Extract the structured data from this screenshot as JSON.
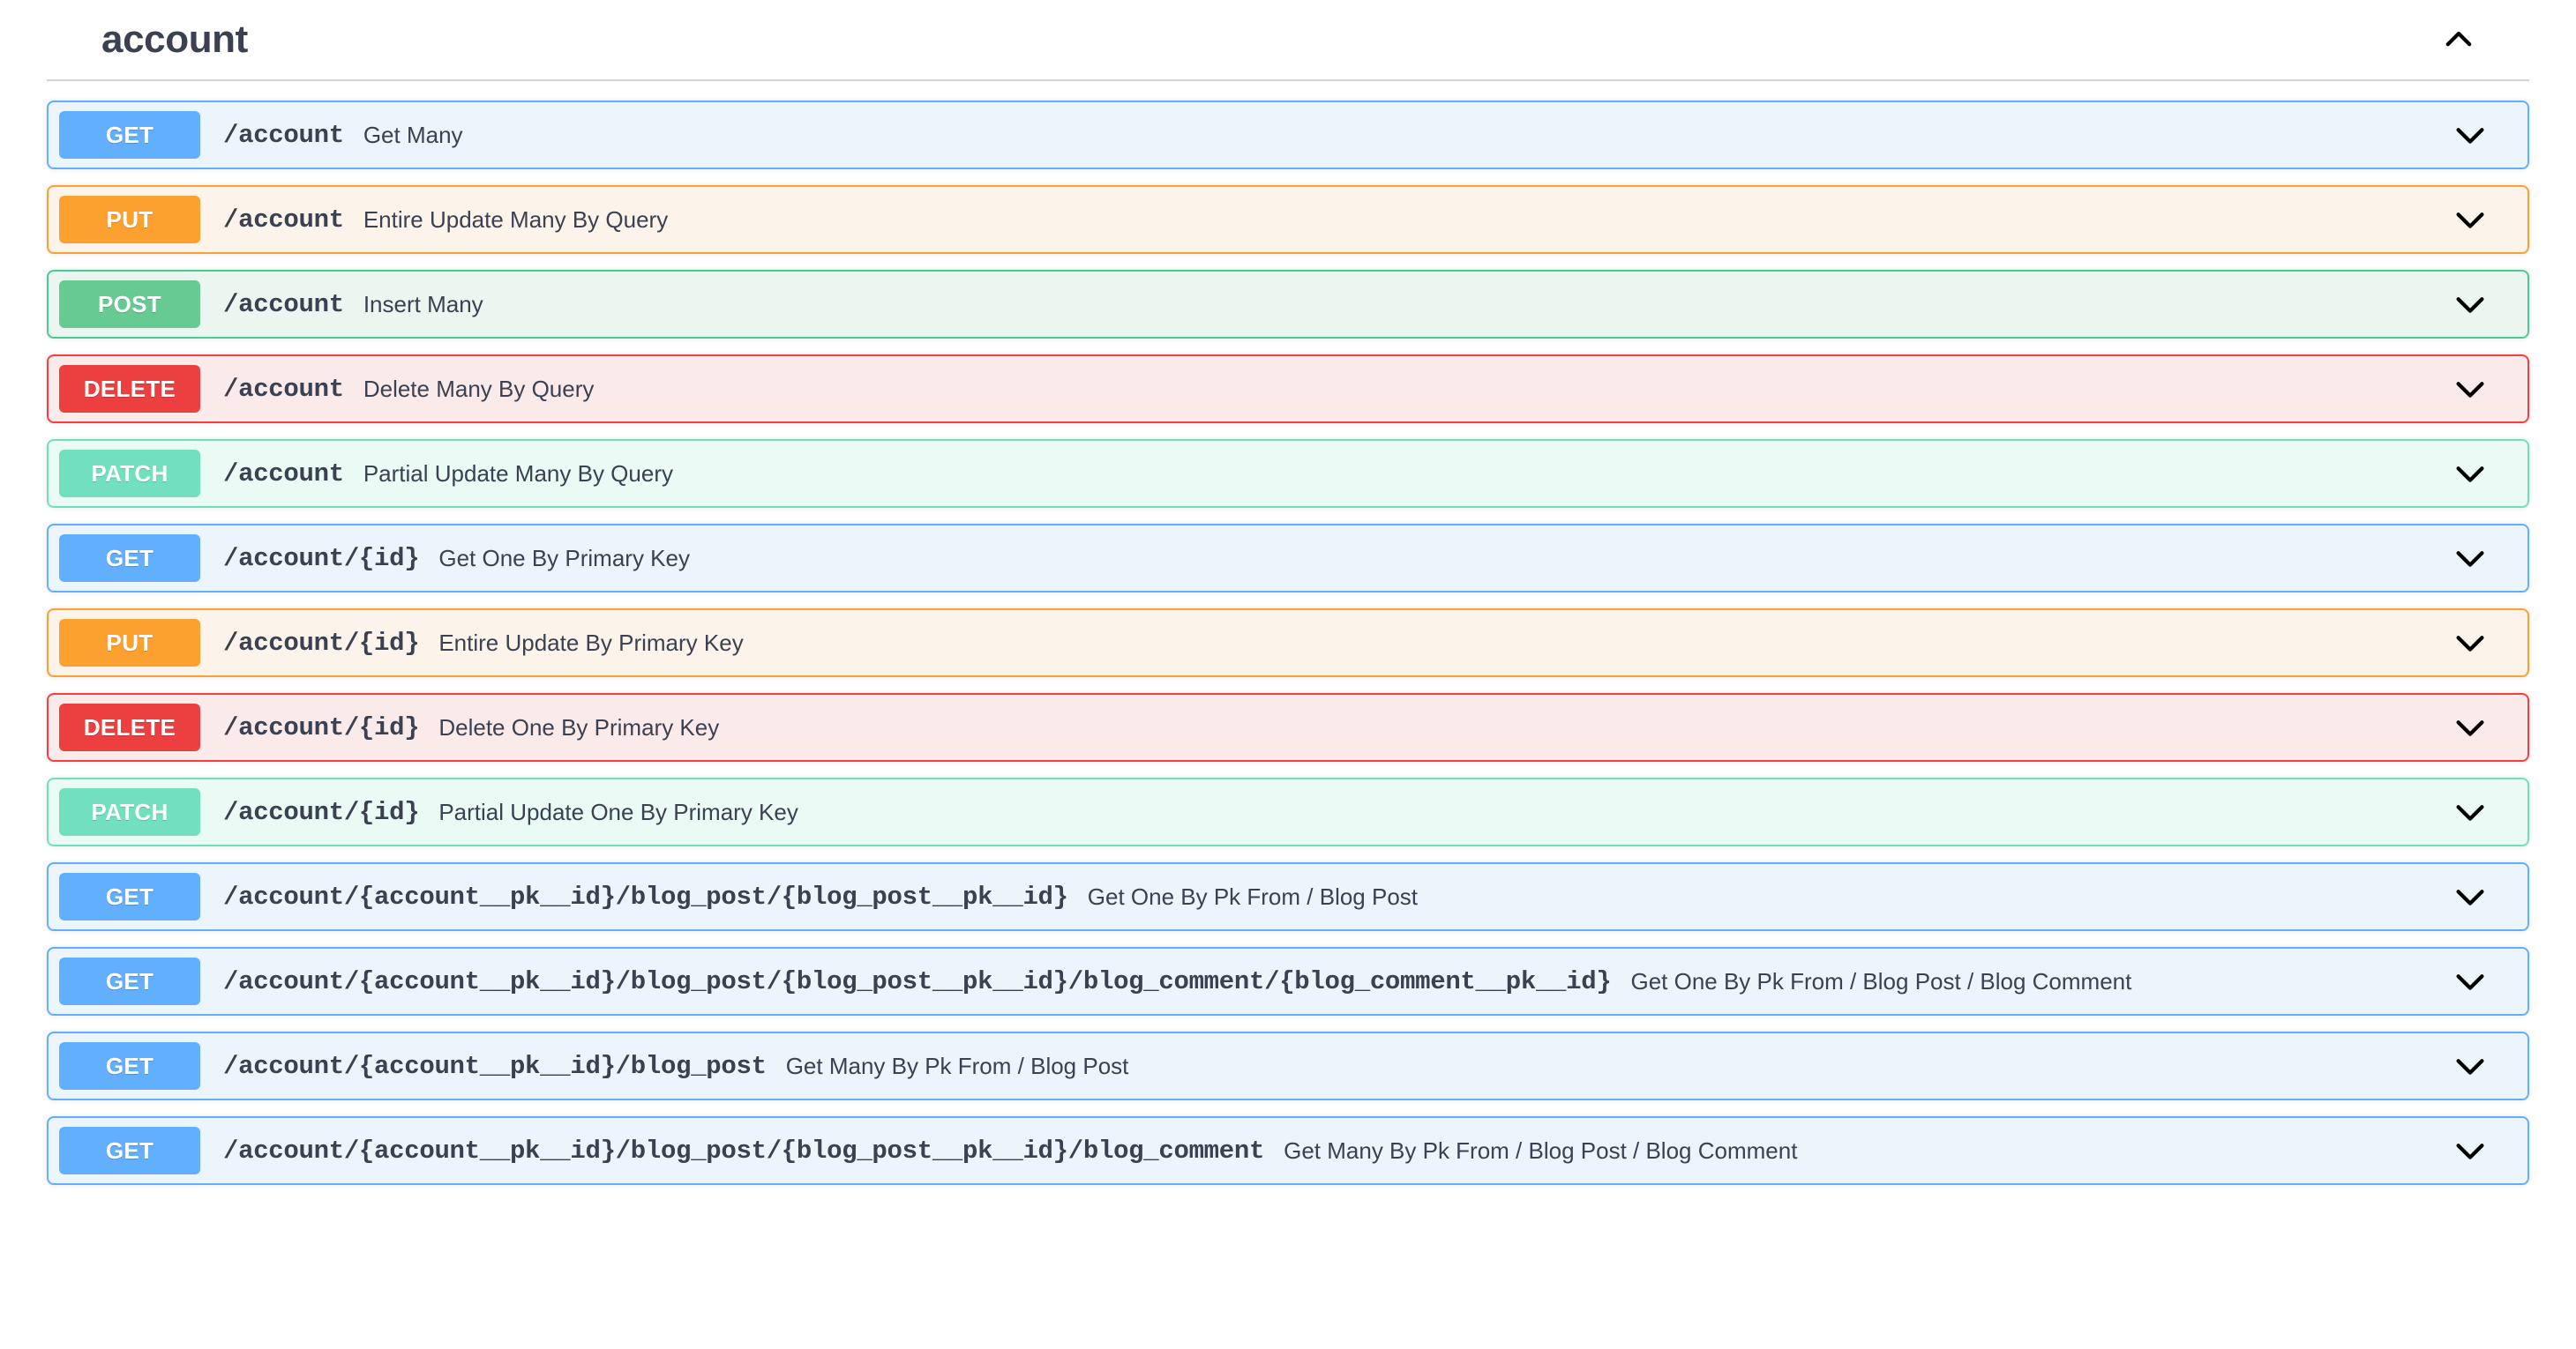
{
  "tag": {
    "name": "account",
    "collapse_icon": "chevron-up-icon",
    "expanded": true
  },
  "operations": [
    {
      "method": "GET",
      "path": "/account",
      "summary": "Get Many",
      "expand_icon": "chevron-down-icon"
    },
    {
      "method": "PUT",
      "path": "/account",
      "summary": "Entire Update Many By Query",
      "expand_icon": "chevron-down-icon"
    },
    {
      "method": "POST",
      "path": "/account",
      "summary": "Insert Many",
      "expand_icon": "chevron-down-icon"
    },
    {
      "method": "DELETE",
      "path": "/account",
      "summary": "Delete Many By Query",
      "expand_icon": "chevron-down-icon"
    },
    {
      "method": "PATCH",
      "path": "/account",
      "summary": "Partial Update Many By Query",
      "expand_icon": "chevron-down-icon"
    },
    {
      "method": "GET",
      "path": "/account/{id}",
      "summary": "Get One By Primary Key",
      "expand_icon": "chevron-down-icon"
    },
    {
      "method": "PUT",
      "path": "/account/{id}",
      "summary": "Entire Update By Primary Key",
      "expand_icon": "chevron-down-icon"
    },
    {
      "method": "DELETE",
      "path": "/account/{id}",
      "summary": "Delete One By Primary Key",
      "expand_icon": "chevron-down-icon"
    },
    {
      "method": "PATCH",
      "path": "/account/{id}",
      "summary": "Partial Update One By Primary Key",
      "expand_icon": "chevron-down-icon"
    },
    {
      "method": "GET",
      "path": "/account/{account__pk__id}/blog_post/{blog_post__pk__id}",
      "summary": "Get One By Pk From / Blog Post",
      "expand_icon": "chevron-down-icon"
    },
    {
      "method": "GET",
      "path": "/account/{account__pk__id}/blog_post/{blog_post__pk__id}/blog_comment/{blog_comment__pk__id}",
      "summary": "Get One By Pk From / Blog Post / Blog Comment",
      "expand_icon": "chevron-down-icon"
    },
    {
      "method": "GET",
      "path": "/account/{account__pk__id}/blog_post",
      "summary": "Get Many By Pk From / Blog Post",
      "expand_icon": "chevron-down-icon"
    },
    {
      "method": "GET",
      "path": "/account/{account__pk__id}/blog_post/{blog_post__pk__id}/blog_comment",
      "summary": "Get Many By Pk From / Blog Post / Blog Comment",
      "expand_icon": "chevron-down-icon"
    }
  ],
  "colors": {
    "get": "#61affe",
    "put": "#fca130",
    "post": "#49cc90",
    "delete": "#f93e3e",
    "patch": "#50e3c2",
    "text": "#3b4151",
    "divider": "#cfd3d6"
  }
}
